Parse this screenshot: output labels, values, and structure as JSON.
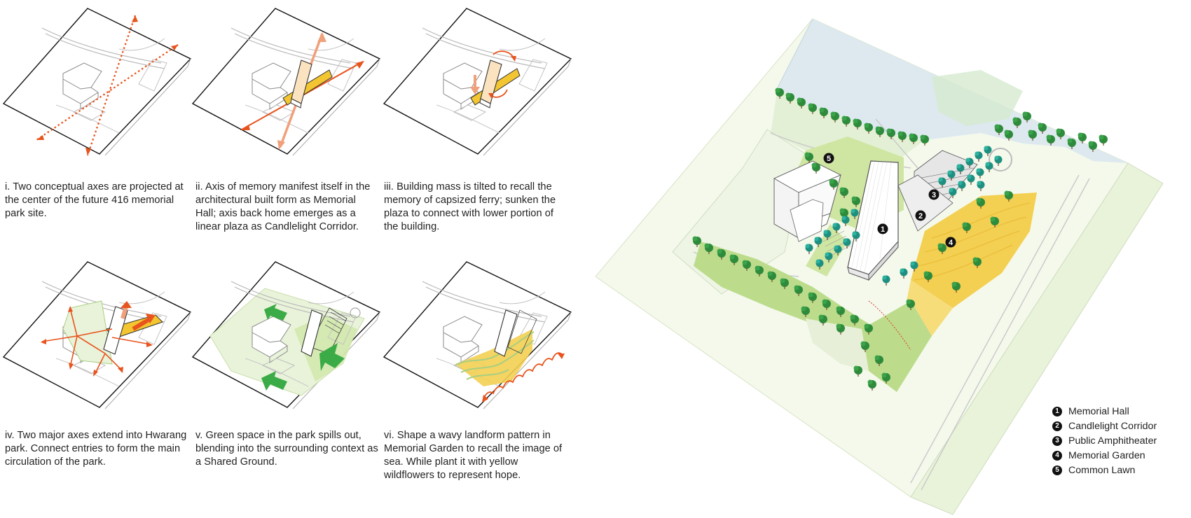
{
  "captions": [
    {
      "id": "i",
      "text": "i. Two conceptual axes are projected at the center of the future 416 memorial park site."
    },
    {
      "id": "ii",
      "text": "ii. Axis of memory manifest itself in the architectural built form as Memorial Hall; axis back home emerges as a linear plaza as Candlelight Corridor."
    },
    {
      "id": "iii",
      "text": "iii. Building mass is tilted to recall the memory of capsized ferry; sunken the plaza to connect with lower portion of the building."
    },
    {
      "id": "iv",
      "text": "iv. Two major axes extend into Hwarang park. Connect entries to form the main circulation of the park."
    },
    {
      "id": "v",
      "text": "v. Green space in the park spills out, blending into the surrounding context as a Shared Ground."
    },
    {
      "id": "vi",
      "text": "vi. Shape a wavy landform pattern in Memorial Garden to recall the image of sea. While plant it with yellow wildflowers to represent hope."
    }
  ],
  "legend": [
    {
      "num": "1",
      "label": "Memorial Hall"
    },
    {
      "num": "2",
      "label": "Candlelight Corridor"
    },
    {
      "num": "3",
      "label": "Public Amphitheater"
    },
    {
      "num": "4",
      "label": "Memorial Garden"
    },
    {
      "num": "5",
      "label": "Common Lawn"
    }
  ],
  "colors": {
    "axis_orange": "#e8541e",
    "axis_light": "#f0a07a",
    "hall_fill": "#fbe3c0",
    "corridor_yellow": "#f2c531",
    "green_light": "#e9f3da",
    "green_mid": "#bcdc8c",
    "green_arrow": "#3bab47",
    "garden_yellow": "#f3cf52",
    "water": "#dde9ef",
    "tree_green": "#2f8f3e",
    "tree_teal": "#1f9d8c"
  }
}
